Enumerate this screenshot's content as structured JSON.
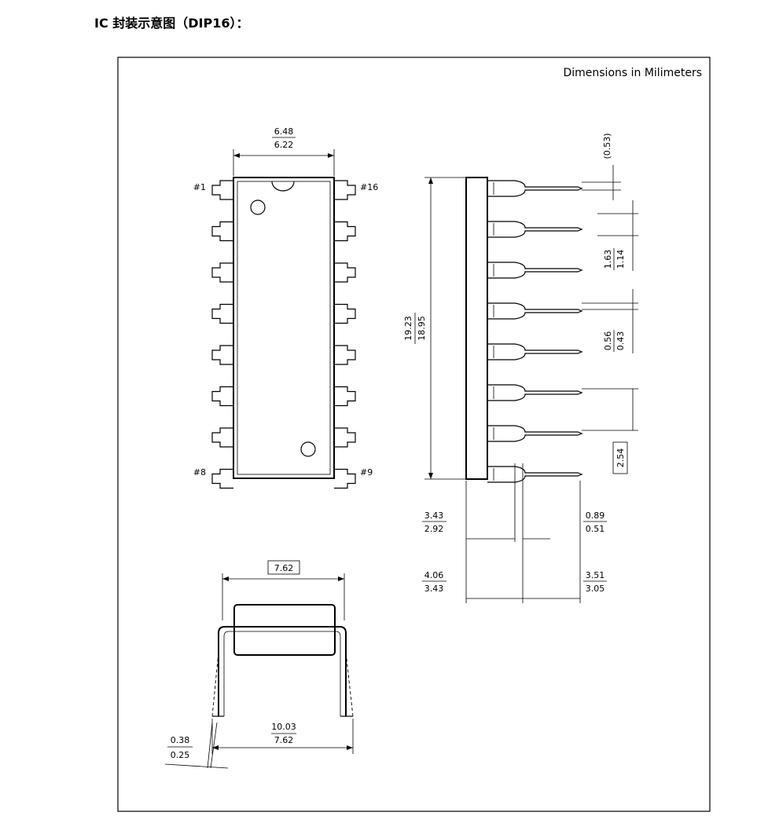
{
  "heading": "IC 封装示意图（DIP16）：",
  "units_note": "Dimensions in Milimeters",
  "pins": {
    "p1": "#1",
    "p16": "#16",
    "p8": "#8",
    "p9": "#9"
  },
  "dims": {
    "body_width_max": "6.48",
    "body_width_min": "6.22",
    "length_max": "19.23",
    "length_min": "18.95",
    "lead_thick": "(0.53)",
    "lead_shoulder_max": "1.63",
    "lead_shoulder_min": "1.14",
    "lead_width_max": "0.56",
    "lead_width_min": "0.43",
    "pitch": "2.54",
    "seat_max": "3.43",
    "seat_min": "2.92",
    "standoff_max": "0.89",
    "standoff_min": "0.51",
    "height_max": "4.06",
    "height_min": "3.43",
    "lead_len_max": "3.51",
    "lead_len_min": "3.05",
    "row_spacing": "7.62",
    "spread_max": "10.03",
    "spread_min": "7.62",
    "lead_t_max": "0.38",
    "lead_t_min": "0.25"
  },
  "colors": {
    "ink": "#000000",
    "paper": "#ffffff"
  }
}
